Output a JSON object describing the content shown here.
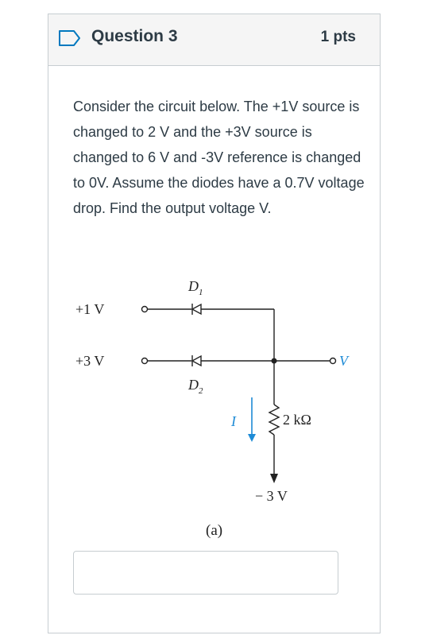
{
  "question": {
    "title": "Question 3",
    "points": "1 pts",
    "text": "Consider the circuit below.  The +1V source is changed to 2 V and the +3V source is changed to 6 V and -3V reference is changed to 0V.  Assume the diodes have a 0.7V voltage drop.  Find the output voltage V."
  },
  "circuit": {
    "source_top": "+1 V",
    "source_bottom": "+3 V",
    "diode_top": "D",
    "diode_top_sub": "1",
    "diode_bottom": "D",
    "diode_bottom_sub": "2",
    "output_label": "V",
    "current_label": "I",
    "resistor_label": "2 kΩ",
    "reference_label": "− 3 V",
    "figure_label": "(a)"
  },
  "answer": {
    "value": ""
  },
  "colors": {
    "accent": "#0079bf",
    "current_arrow": "#1e8bd6",
    "border": "#c7cdd1",
    "header_bg": "#f5f5f5"
  }
}
